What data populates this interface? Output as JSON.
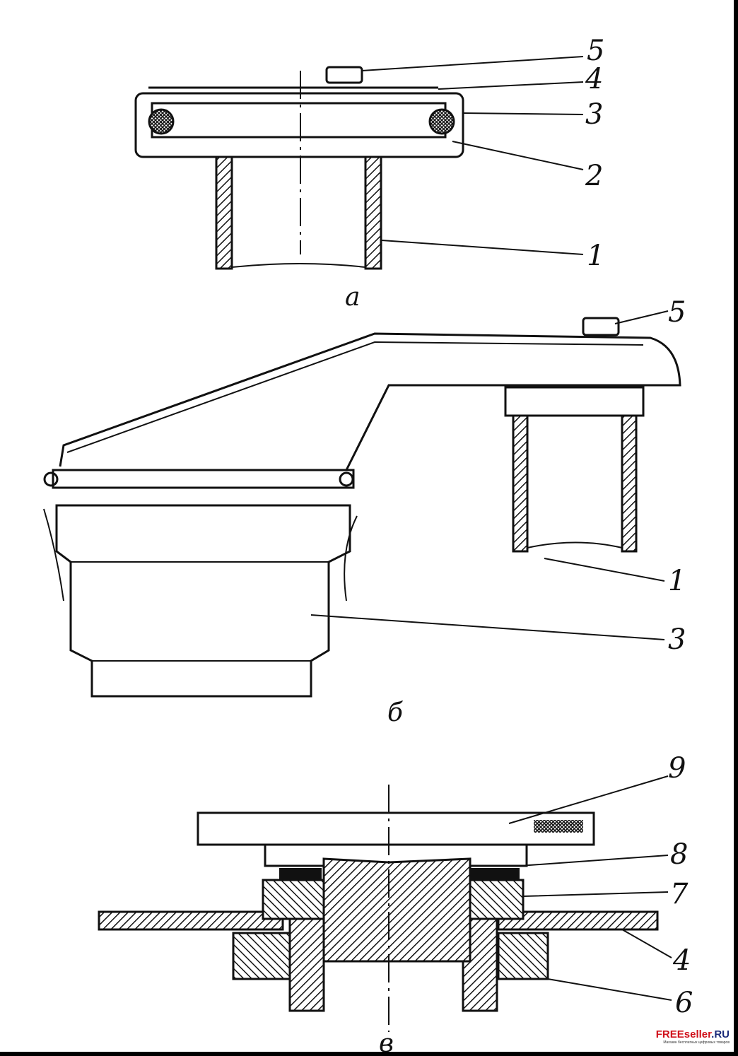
{
  "figures": [
    {
      "caption": "а",
      "labels": [
        "5",
        "4",
        "3",
        "2",
        "1"
      ]
    },
    {
      "caption": "б",
      "labels": [
        "5",
        "1",
        "3"
      ]
    },
    {
      "caption": "в",
      "labels": [
        "9",
        "8",
        "7",
        "4",
        "6"
      ]
    }
  ],
  "watermark": {
    "brand": "FREEseller",
    "domain": ".RU",
    "tagline": "Магазин бесплатных цифровых товаров"
  }
}
